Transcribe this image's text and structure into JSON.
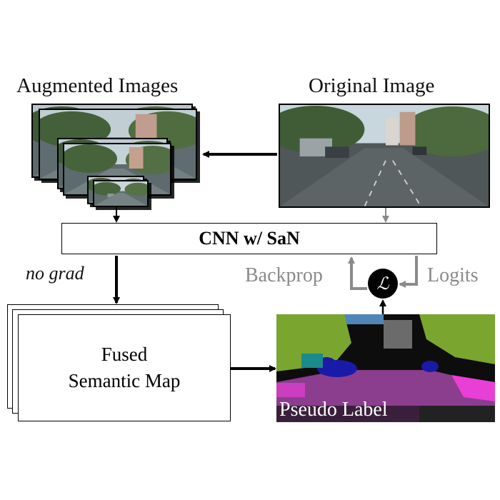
{
  "headings": {
    "augmented": "Augmented Images",
    "original": "Original Image"
  },
  "network": {
    "label": "CNN w/ SaN"
  },
  "annotations": {
    "no_grad": "no grad",
    "backprop": "Backprop",
    "logits": "Logits",
    "loss_symbol": "ℒ"
  },
  "fused_map": {
    "line1": "Fused",
    "line2": "Semantic Map"
  },
  "pseudo_label": {
    "caption": "Pseudo Label"
  },
  "colors": {
    "arrow": "#000000",
    "feedback_arrow": "#8a8a8a",
    "road": "#8b3d8e",
    "vegetation": "#7aa52f",
    "car": "#1a1aa8",
    "sky": "#4f86b8",
    "sidewalk": "#e83fd6"
  }
}
